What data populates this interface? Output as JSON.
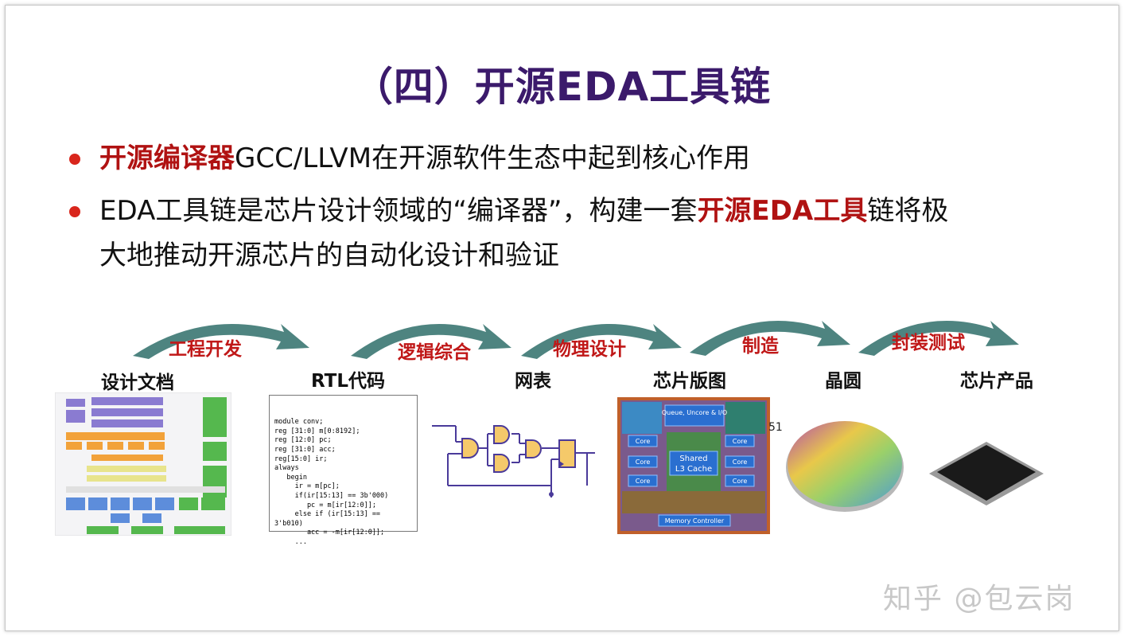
{
  "slide": {
    "title": "（四）开源EDA工具链",
    "bullets": [
      {
        "highlight": "开源编译器",
        "rest": "GCC/LLVM在开源软件生态中起到核心作用"
      },
      {
        "pre": "EDA工具链是芯片设计领域的“编译器”，构建一套",
        "highlight": "开源EDA工具",
        "post": "链将极",
        "line2": "大地推动开源芯片的自动化设计和验证"
      }
    ],
    "flow_steps": [
      "工程开发",
      "逻辑综合",
      "物理设计",
      "制造",
      "封装测试"
    ],
    "stages": [
      "设计文档",
      "RTL代码",
      "网表",
      "芯片版图",
      "晶圆",
      "芯片产品"
    ],
    "code_lines": [
      "module conv;",
      "reg [31:0] m[0:8192];",
      "reg [12:0] pc;",
      "reg [31:0] acc;",
      "reg[15:0] ir;",
      "",
      "always",
      "   begin",
      "     ir = m[pc];",
      "     if(ir[15:13] == 3b'000)",
      "        pc = m[ir[12:0]];",
      "     else if (ir[15:13] ==",
      "3'b010)",
      "        acc = -m[ir[12:0]];",
      "     ..."
    ],
    "layout_labels": {
      "top": "Queue, Uncore & I/O",
      "core": "Core",
      "cache1": "Shared",
      "cache2": "L3 Cache",
      "bottom": "Memory Controller"
    },
    "page_number": "51",
    "watermark": "知乎 @包云岗"
  },
  "colors": {
    "title": "#3b1a6b",
    "highlight": "#b01212",
    "bullet": "#d9261c",
    "arc": "#2f6f6a"
  }
}
